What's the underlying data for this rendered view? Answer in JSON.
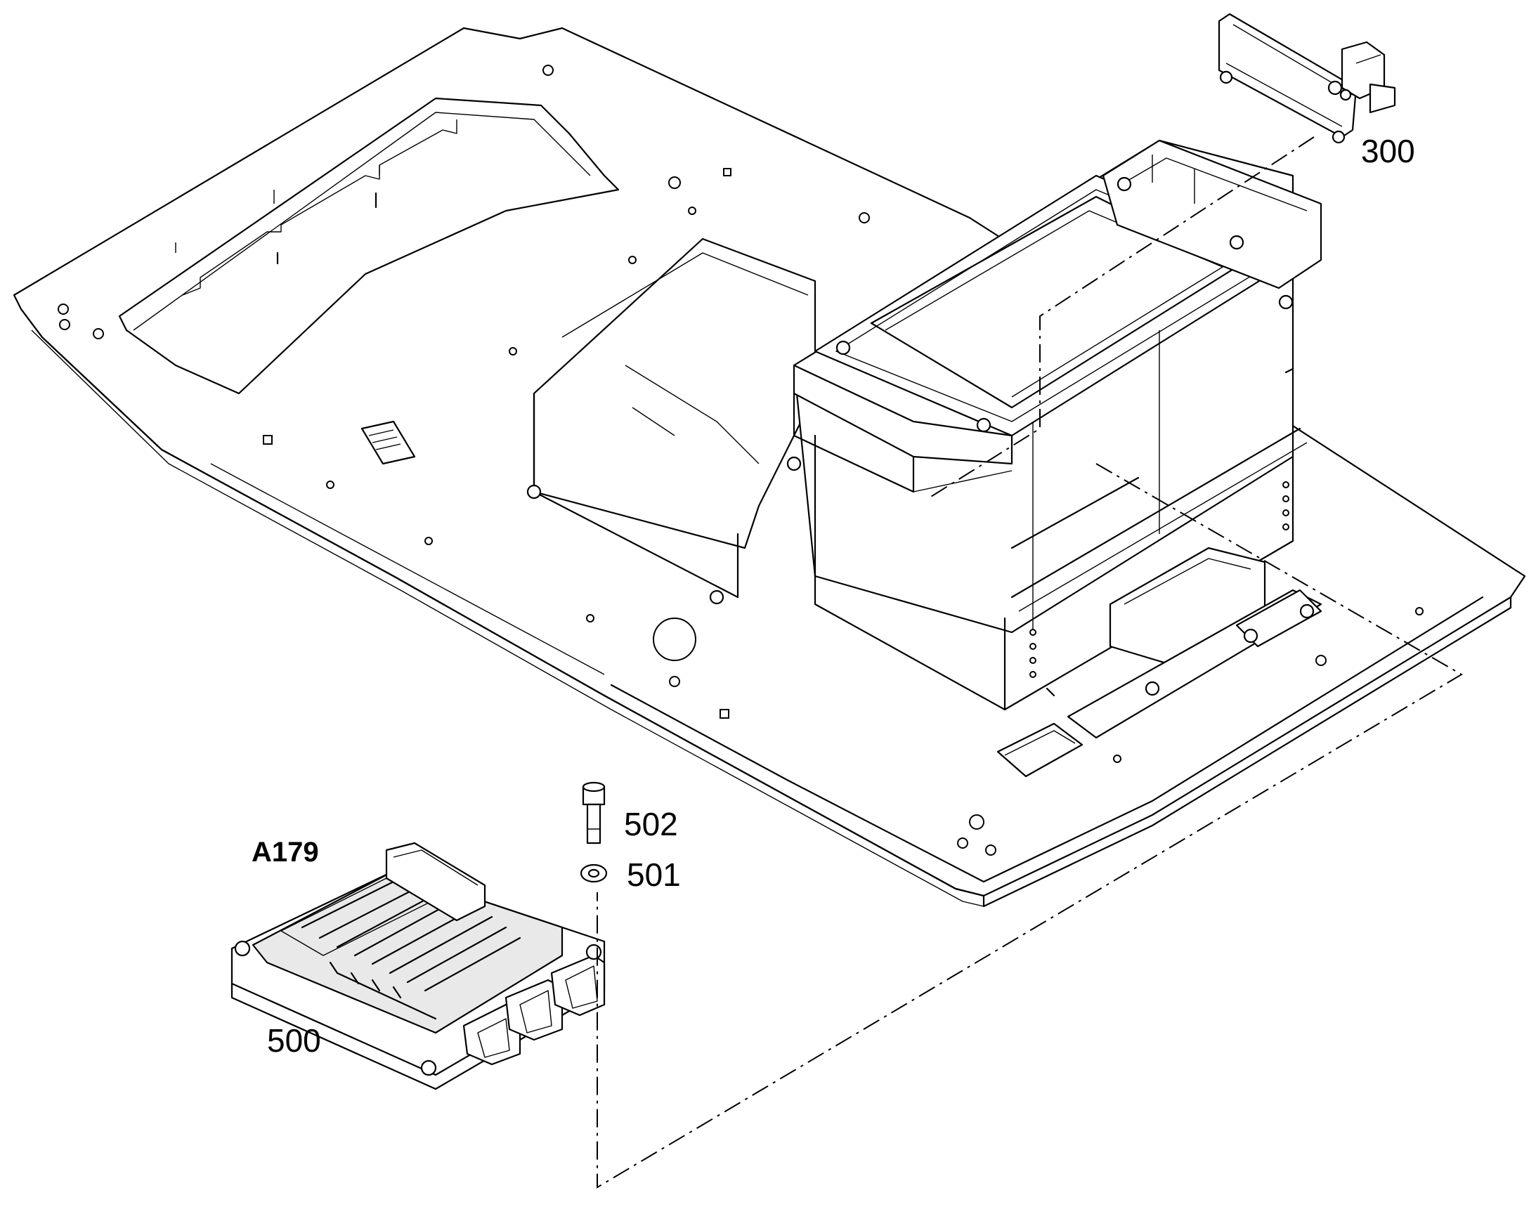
{
  "drawing": {
    "labels": {
      "part_300": "300",
      "part_500": "500",
      "part_501": "501",
      "part_502": "502",
      "ref_a179": "A179"
    }
  }
}
